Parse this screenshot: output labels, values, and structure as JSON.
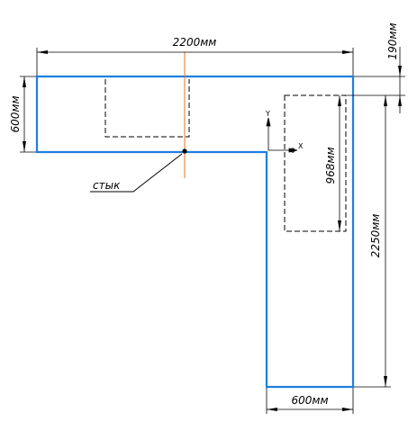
{
  "colors": {
    "outline": "#1e7fe0",
    "center_line": "#e8731a",
    "dimension": "#000000",
    "hidden_line": "#000000"
  },
  "dimensions": {
    "top_width": "2200мм",
    "left_depth": "600мм",
    "offset": "190мм",
    "sink_length": "968мм",
    "right_length": "2250мм",
    "bottom_width": "600мм"
  },
  "labels": {
    "joint": "стык"
  },
  "axes": {
    "y": "Y",
    "x": "X"
  }
}
